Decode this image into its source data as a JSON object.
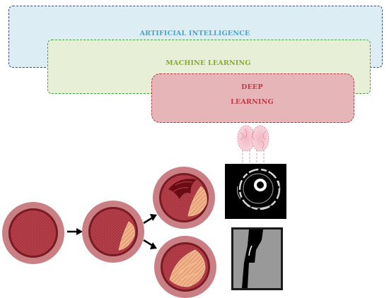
{
  "labels": {
    "ai": "ARTIFICIAL INTELLIGENCE",
    "ml": "MACHINE LEARNING",
    "dl_line1": "DEEP",
    "dl_line2": "LEARNING"
  },
  "colors": {
    "ai_fill": "#dcedf3",
    "ai_border": "#3b4a78",
    "ai_text": "#4ba3cf",
    "ml_fill": "#e7f0d6",
    "ml_border": "#45a045",
    "ml_text": "#8aaa2f",
    "dl_fill": "#e6b5b8",
    "dl_border": "#b03a48",
    "dl_text": "#c0394a",
    "vessel_wall": "#c97f84",
    "vessel_lumen": "#a8343f",
    "plaque": "#e9a27a"
  },
  "icons": [
    "brain-icon",
    "arrow-icon"
  ]
}
